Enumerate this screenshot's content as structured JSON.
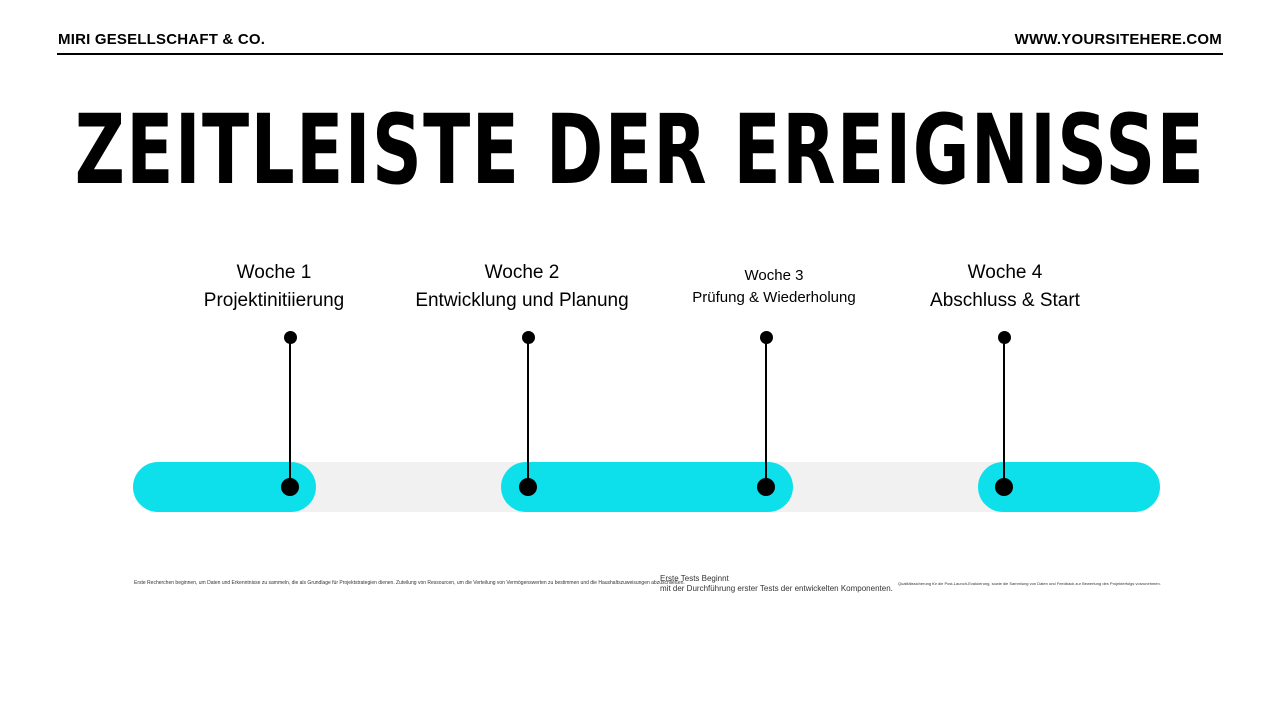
{
  "header": {
    "brand": "MIRI GESELLSCHAFT & CO.",
    "website": "WWW.YOURSITEHERE.COM"
  },
  "title": "ZEITLEISTE DER EREIGNISSE",
  "colors": {
    "accent": "#0ee0eb",
    "track": "#f1f1f1"
  },
  "milestones": [
    {
      "week": "Woche 1",
      "name": "Projektinitiierung",
      "desc": "Erste Recherchen beginnen, um Daten und Erkenntnisse zu sammeln, die als Grundlage für Projektstrategien dienen."
    },
    {
      "week": "Woche 2",
      "name": "Entwicklung und Planung",
      "desc": "Zuteilung von Ressourcen, um die Verteilung von Vermögenswerten zu bestimmen und die Haushaltszuweisungen abzuschließen."
    },
    {
      "week": "Woche 3",
      "name": "Prüfung & Wiederholung",
      "desc": "Erste Tests Beginnt\nmit der Durchführung erster Tests der entwickelten Komponenten."
    },
    {
      "week": "Woche 4",
      "name": "Abschluss & Start",
      "desc": "Qualitätssicherung für die Post-Launch-Evaluierung, sowie die Sammlung von Daten und Feedback zur Bewertung des Projekterfolgs vorzunehmen."
    }
  ]
}
